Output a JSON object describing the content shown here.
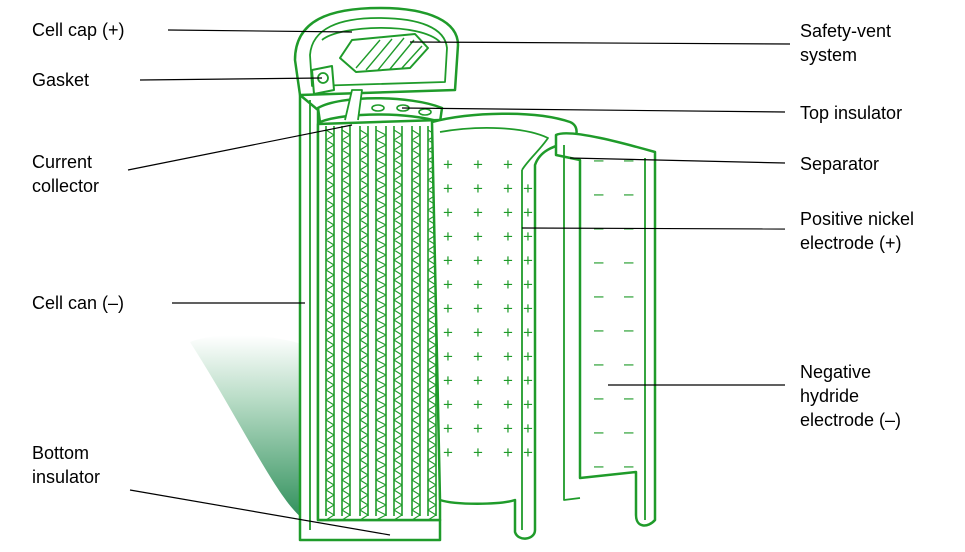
{
  "colors": {
    "stroke": "#1f9b2a",
    "fill": "#ffffff",
    "shadow": "#2e8f5a",
    "leader": "#000000"
  },
  "signs": {
    "positive": "+",
    "negative": "–"
  },
  "labels": {
    "cell_cap": [
      "Cell cap (+)"
    ],
    "gasket": [
      "Gasket"
    ],
    "current_collector": [
      "Current",
      "collector"
    ],
    "cell_can": [
      "Cell can (–)"
    ],
    "bottom_insulator": [
      "Bottom",
      "insulator"
    ],
    "safety_vent": [
      "Safety-vent",
      "system"
    ],
    "top_insulator": [
      "Top insulator"
    ],
    "separator": [
      "Separator"
    ],
    "positive_electrode": [
      "Positive nickel",
      "electrode (+)"
    ],
    "negative_electrode": [
      "Negative",
      "hydride",
      "electrode (–)"
    ]
  }
}
